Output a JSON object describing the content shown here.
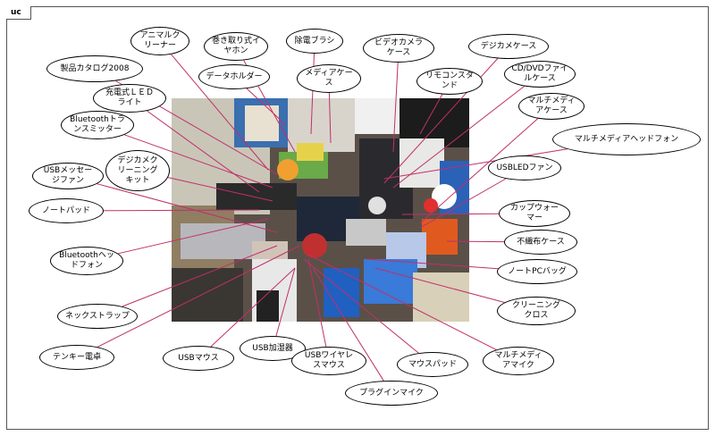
{
  "diagram": {
    "frame_label": "uc",
    "line_color": "#c0306a",
    "photo_alt": "desk cluttered with gadgets",
    "nodes": [
      {
        "id": "n1",
        "label": "アニマルク\nリーナー"
      },
      {
        "id": "n2",
        "label": "巻き取り式イ\nヤホン"
      },
      {
        "id": "n3",
        "label": "除電ブラシ"
      },
      {
        "id": "n4",
        "label": "ビデオカメラ\nケース"
      },
      {
        "id": "n5",
        "label": "デジカメケース"
      },
      {
        "id": "n6",
        "label": "製品カタログ2008"
      },
      {
        "id": "n7",
        "label": "データホルダー"
      },
      {
        "id": "n8",
        "label": "メディアケー\nス"
      },
      {
        "id": "n9",
        "label": "リモコンスタ\nンド"
      },
      {
        "id": "n10",
        "label": "CD/DVDファイ\nルケース"
      },
      {
        "id": "n11",
        "label": "充電式ＬＥＤ\nライト"
      },
      {
        "id": "n12",
        "label": "マルチメディ\nアケース"
      },
      {
        "id": "n13",
        "label": "Bluetoothトラ\nンスミッター"
      },
      {
        "id": "n14",
        "label": "マルチメディアヘッドフォン"
      },
      {
        "id": "n15",
        "label": "デジカメク\nリーニング\nキット"
      },
      {
        "id": "n16",
        "label": "USBメッセー\nジファン"
      },
      {
        "id": "n17",
        "label": "USBLEDファン"
      },
      {
        "id": "n18",
        "label": "ノートパッド"
      },
      {
        "id": "n19",
        "label": "カップウォー\nマー"
      },
      {
        "id": "n20",
        "label": "不織布ケース"
      },
      {
        "id": "n21",
        "label": "Bluetoothヘッ\nドフォン"
      },
      {
        "id": "n22",
        "label": "ノートPCバッグ"
      },
      {
        "id": "n23",
        "label": "クリーニング\nクロス"
      },
      {
        "id": "n24",
        "label": "ネックストラップ"
      },
      {
        "id": "n25",
        "label": "USB加湿器"
      },
      {
        "id": "n26",
        "label": "テンキー電卓"
      },
      {
        "id": "n27",
        "label": "USBマウス"
      },
      {
        "id": "n28",
        "label": "USBワイヤレ\nスマウス"
      },
      {
        "id": "n29",
        "label": "マウスパッド"
      },
      {
        "id": "n30",
        "label": "マルチメディ\nアマイク"
      },
      {
        "id": "n31",
        "label": "プラグインマイク"
      }
    ]
  }
}
